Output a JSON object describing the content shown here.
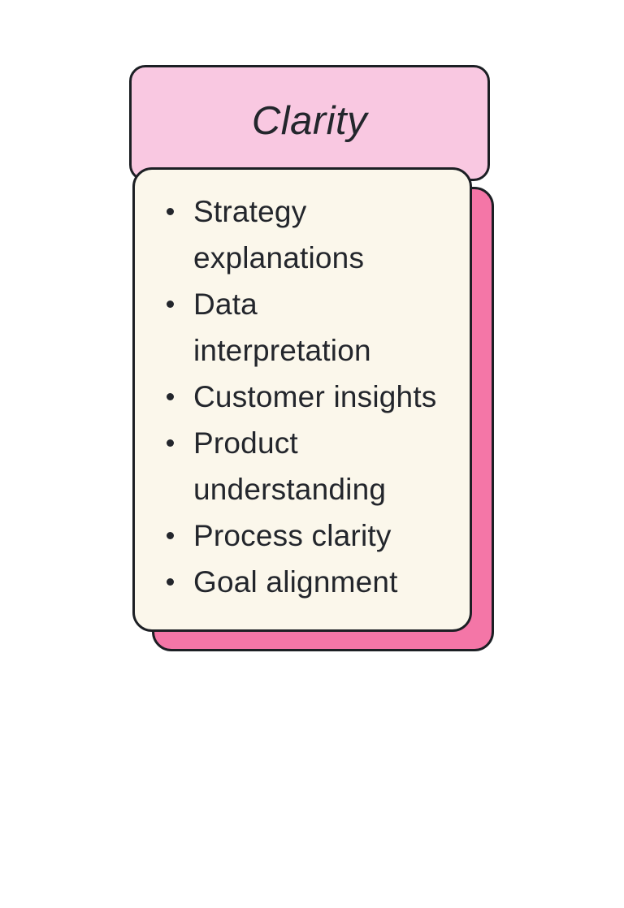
{
  "card": {
    "title": "Clarity",
    "items": [
      "Strategy\nexplanations",
      "Data\ninterpretation",
      "Customer insights",
      "Product\nunderstanding",
      "Process clarity",
      "Goal alignment"
    ],
    "colors": {
      "page_bg": "#FFFFFF",
      "header_bg": "#F9C8E1",
      "body_bg": "#FBF7EB",
      "shadow_bg": "#F476A7",
      "border": "#1C1F24",
      "text": "#23262C"
    }
  }
}
